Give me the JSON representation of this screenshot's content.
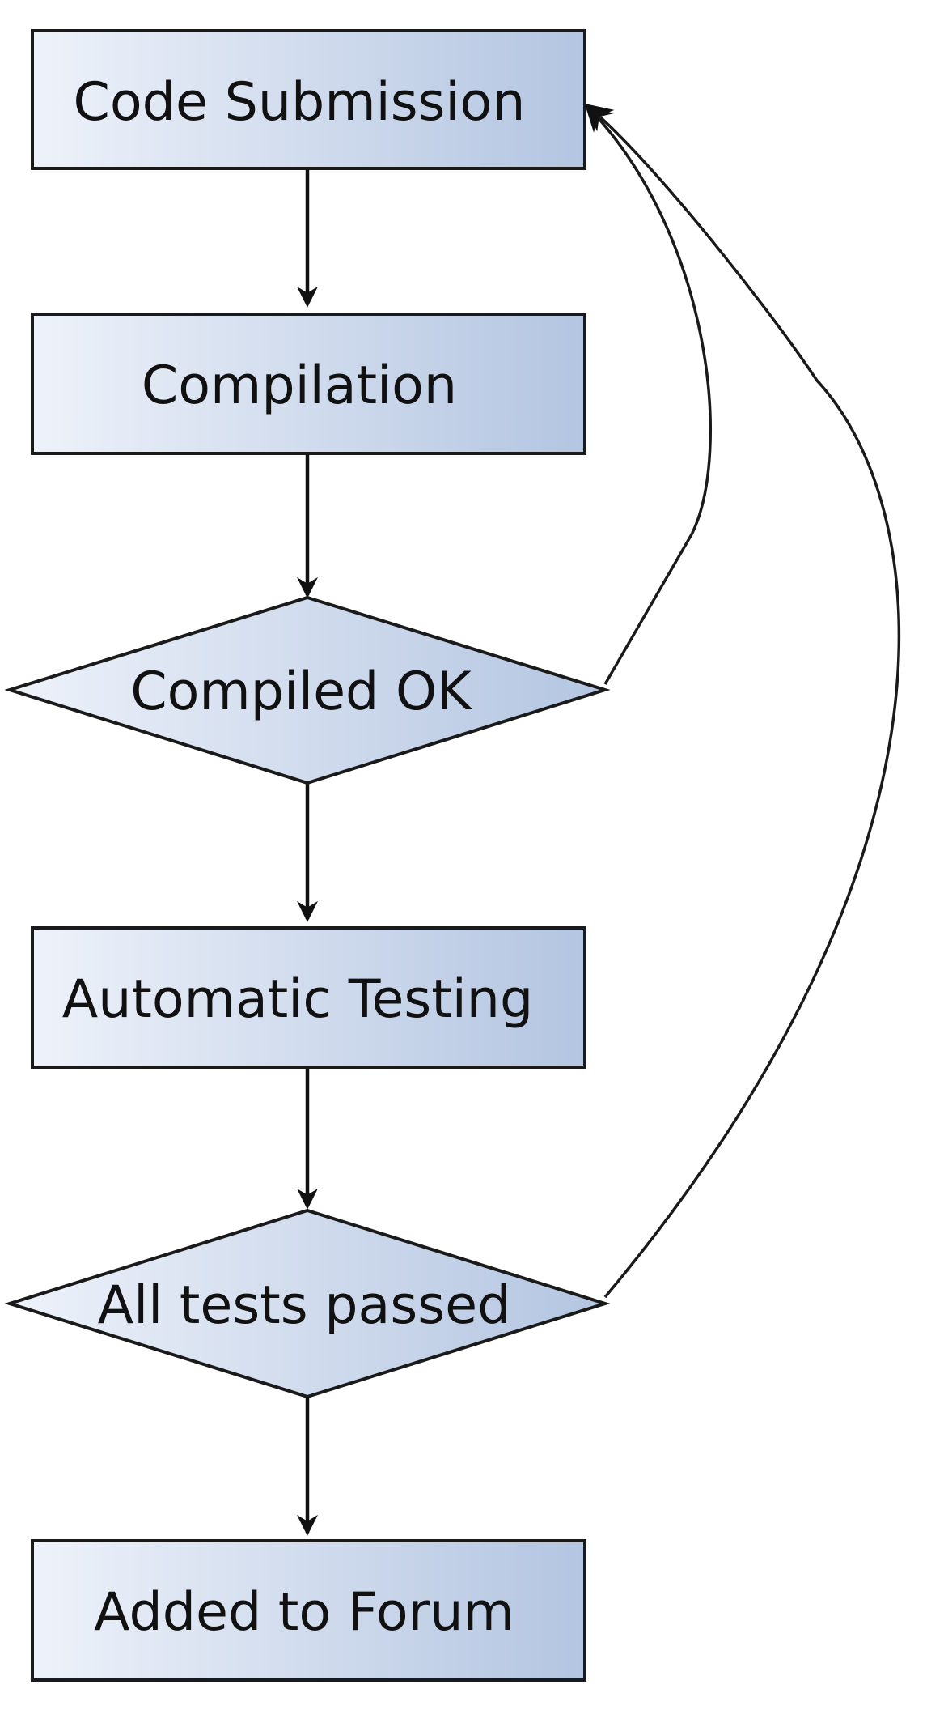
{
  "nodes": [
    {
      "id": "code-submission",
      "shape": "process",
      "label": "Code Submission"
    },
    {
      "id": "compilation",
      "shape": "process",
      "label": "Compilation"
    },
    {
      "id": "compiled-ok",
      "shape": "decision",
      "label": "Compiled OK"
    },
    {
      "id": "automatic-testing",
      "shape": "process",
      "label": "Automatic Testing"
    },
    {
      "id": "all-tests-passed",
      "shape": "decision",
      "label": "All tests passed"
    },
    {
      "id": "added-to-forum",
      "shape": "process",
      "label": "Added to Forum"
    }
  ],
  "edges": [
    {
      "from": "code-submission",
      "to": "compilation"
    },
    {
      "from": "compilation",
      "to": "compiled-ok"
    },
    {
      "from": "compiled-ok",
      "to": "automatic-testing"
    },
    {
      "from": "automatic-testing",
      "to": "all-tests-passed"
    },
    {
      "from": "all-tests-passed",
      "to": "added-to-forum"
    },
    {
      "from": "compiled-ok",
      "to": "code-submission"
    },
    {
      "from": "all-tests-passed",
      "to": "code-submission"
    }
  ],
  "colors": {
    "fill_light": "#eef2fa",
    "fill_dark": "#b3c5e1",
    "stroke": "#1a1a1a"
  }
}
